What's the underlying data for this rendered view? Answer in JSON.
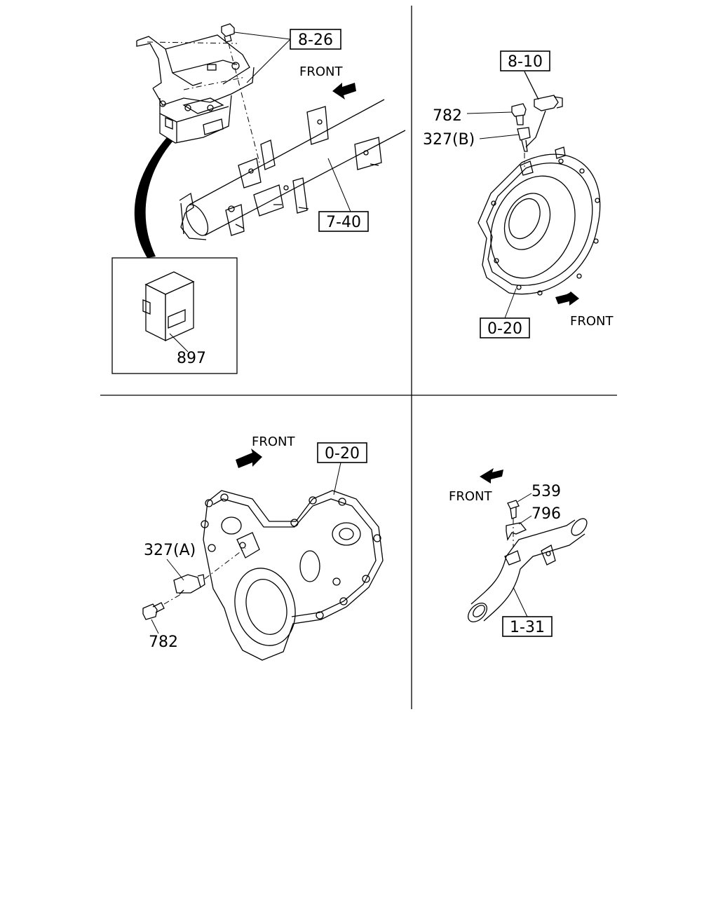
{
  "front_label": "FRONT",
  "panels": {
    "top_left": {
      "refs": [
        "8-26",
        "7-40"
      ],
      "parts": [
        "897"
      ]
    },
    "top_right": {
      "refs": [
        "8-10",
        "0-20"
      ],
      "parts": [
        "782",
        "327(B)"
      ]
    },
    "bottom_left": {
      "refs": [
        "0-20"
      ],
      "parts": [
        "327(A)",
        "782"
      ]
    },
    "bottom_right": {
      "refs": [
        "1-31"
      ],
      "parts": [
        "539",
        "796"
      ]
    }
  }
}
